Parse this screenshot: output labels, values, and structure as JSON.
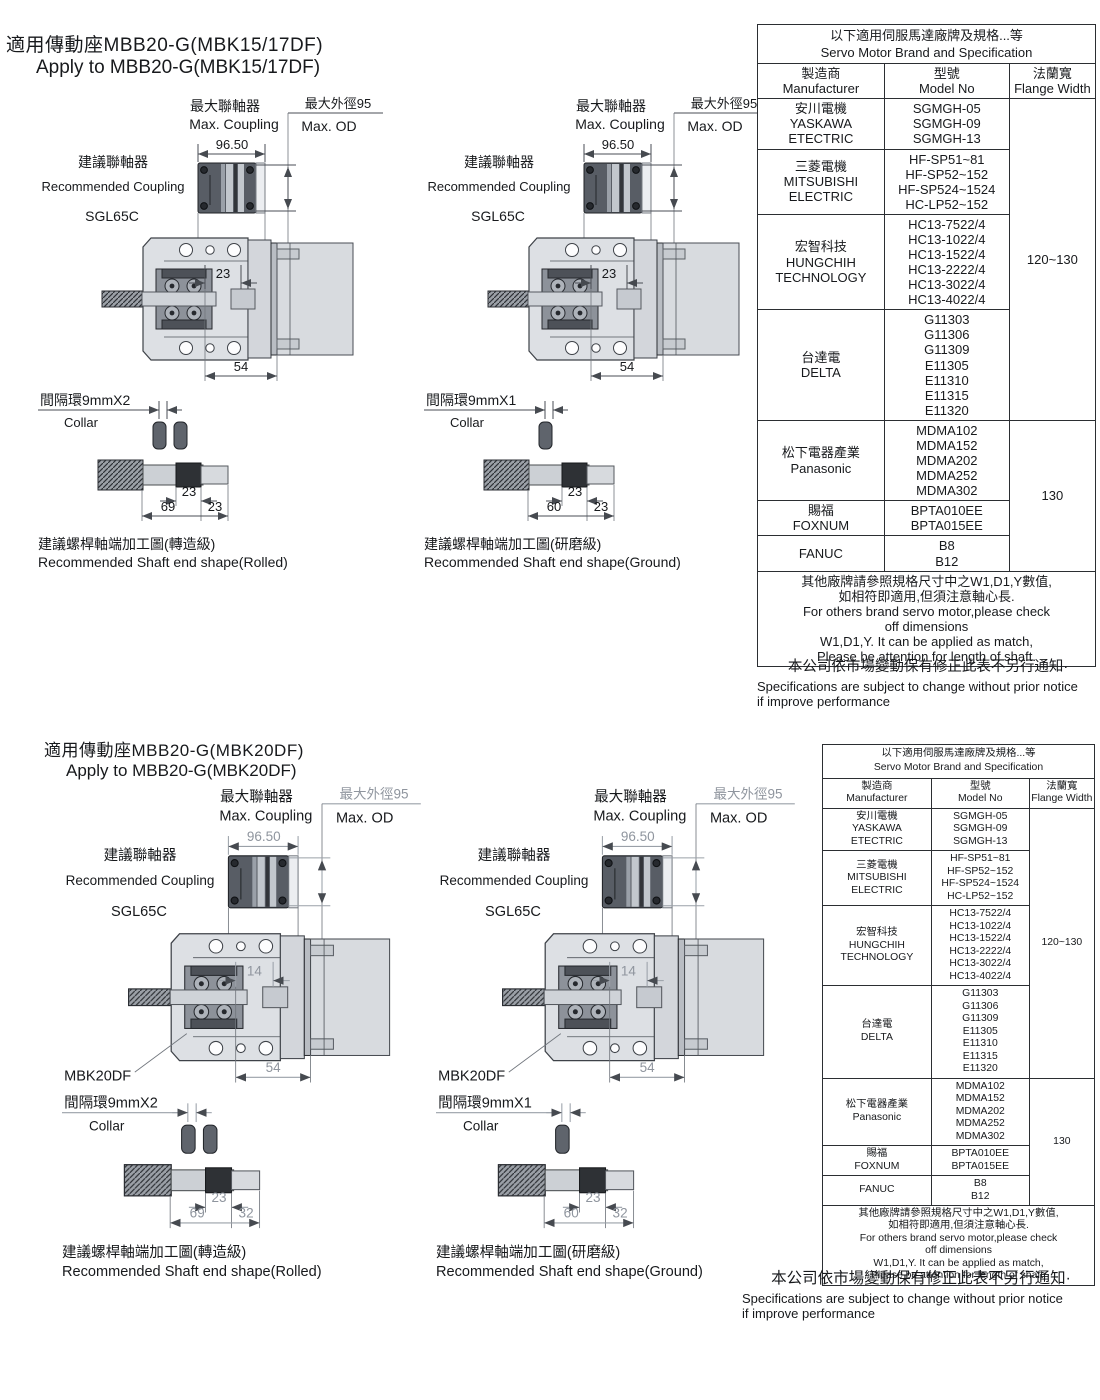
{
  "section_top": {
    "title_zh": "適用傳動座MBB20-G(MBK15/17DF)",
    "title_en": "Apply to MBB20-G(MBK15/17DF)"
  },
  "section_bottom": {
    "title_zh": "適用傳動座MBB20-G(MBK20DF)",
    "title_en": "Apply to MBB20-G(MBK20DF)"
  },
  "panels": [
    {
      "max_coupling_zh": "最大聯軸器",
      "max_coupling_en": "Max. Coupling",
      "max_od_zh": "最大外徑95",
      "max_od_en": "Max. OD",
      "coupling_width": "96.50",
      "rec_coupling_zh": "建議聯軸器",
      "rec_coupling_en": "Recommended Coupling",
      "coupling_model": "SGL65C",
      "dim_inner": "23",
      "dim_base": "54",
      "collar_zh": "間隔環9mmX2",
      "collar_en": "Collar",
      "collar_count": 2,
      "shaft_top_dim": "23",
      "shaft_left_dim": "69",
      "shaft_right_dim": "23",
      "shaft_label_zh": "建議螺桿軸端加工圖(轉造級)",
      "shaft_label_en": "Recommended Shaft end shape(Rolled)"
    },
    {
      "max_coupling_zh": "最大聯軸器",
      "max_coupling_en": "Max. Coupling",
      "max_od_zh": "最大外徑95",
      "max_od_en": "Max. OD",
      "coupling_width": "96.50",
      "rec_coupling_zh": "建議聯軸器",
      "rec_coupling_en": "Recommended Coupling",
      "coupling_model": "SGL65C",
      "dim_inner": "23",
      "dim_base": "54",
      "collar_zh": "間隔環9mmX1",
      "collar_en": "Collar",
      "collar_count": 1,
      "shaft_top_dim": "23",
      "shaft_left_dim": "60",
      "shaft_right_dim": "23",
      "shaft_label_zh": "建議螺桿軸端加工圖(研磨級)",
      "shaft_label_en": "Recommended Shaft end shape(Ground)"
    },
    {
      "max_coupling_zh": "最大聯軸器",
      "max_coupling_en": "Max. Coupling",
      "max_od_zh": "最大外徑95",
      "max_od_en": "Max. OD",
      "coupling_width": "96.50",
      "rec_coupling_zh": "建議聯軸器",
      "rec_coupling_en": "Recommended Coupling",
      "coupling_model": "SGL65C",
      "part_label": "MBK20DF",
      "dim_inner": "14",
      "dim_base": "54",
      "collar_zh": "間隔環9mmX2",
      "collar_en": "Collar",
      "collar_count": 2,
      "shaft_top_dim": "23",
      "shaft_left_dim": "69",
      "shaft_right_dim": "32",
      "shaft_label_zh": "建議螺桿軸端加工圖(轉造級)",
      "shaft_label_en": "Recommended Shaft end shape(Rolled)"
    },
    {
      "max_coupling_zh": "最大聯軸器",
      "max_coupling_en": "Max. Coupling",
      "max_od_zh": "最大外徑95",
      "max_od_en": "Max. OD",
      "coupling_width": "96.50",
      "rec_coupling_zh": "建議聯軸器",
      "rec_coupling_en": "Recommended Coupling",
      "coupling_model": "SGL65C",
      "part_label": "MBK20DF",
      "dim_inner": "14",
      "dim_base": "54",
      "collar_zh": "間隔環9mmX1",
      "collar_en": "Collar",
      "collar_count": 1,
      "shaft_top_dim": "23",
      "shaft_left_dim": "60",
      "shaft_right_dim": "32",
      "shaft_label_zh": "建議螺桿軸端加工圖(研磨級)",
      "shaft_label_en": "Recommended Shaft end shape(Ground)"
    }
  ],
  "spec_table": {
    "title_zh": "以下適用伺服馬達廠牌及規格...等",
    "title_en": "Servo Motor Brand and Specification",
    "col_manufacturer_zh": "製造商",
    "col_manufacturer_en": "Manufacturer",
    "col_model_zh": "型號",
    "col_model_en": "Model No",
    "col_flange_zh": "法蘭寬",
    "col_flange_en": "Flange Width",
    "groups": [
      {
        "flange": "120~130",
        "rows": [
          {
            "mfr": [
              "安川電機",
              "YASKAWA",
              "ETECTRIC"
            ],
            "models": [
              "SGMGH-05",
              "SGMGH-09",
              "SGMGH-13"
            ]
          },
          {
            "mfr": [
              "三菱電機",
              "MITSUBISHI",
              "ELECTRIC"
            ],
            "models": [
              "HF-SP51~81",
              "HF-SP52~152",
              "HF-SP524~1524",
              "HC-LP52~152"
            ]
          },
          {
            "mfr": [
              "宏智科技",
              "HUNGCHIH",
              "TECHNOLOGY"
            ],
            "models": [
              "HC13-7522/4",
              "HC13-1022/4",
              "HC13-1522/4",
              "HC13-2222/4",
              "HC13-3022/4",
              "HC13-4022/4"
            ]
          },
          {
            "mfr": [
              "台達電",
              "DELTA"
            ],
            "models": [
              "G11303",
              "G11306",
              "G11309",
              "E11305",
              "E11310",
              "E11315",
              "E11320"
            ]
          }
        ]
      },
      {
        "flange": "130",
        "rows": [
          {
            "mfr": [
              "松下電器產業",
              "Panasonic"
            ],
            "models": [
              "MDMA102",
              "MDMA152",
              "MDMA202",
              "MDMA252",
              "MDMA302"
            ]
          },
          {
            "mfr": [
              "賜福",
              "FOXNUM"
            ],
            "models": [
              "BPTA010EE",
              "BPTA015EE"
            ]
          },
          {
            "mfr": [
              "FANUC"
            ],
            "models": [
              "B8",
              "B12"
            ]
          }
        ]
      }
    ],
    "note_lines": [
      "其他廠牌請參照規格尺寸中之W1,D1,Y數值,",
      "如相符即適用,但須注意軸心長.",
      "For others brand servo motor,please check",
      "off dimensions",
      "W1,D1,Y. It can be applied as match,",
      "Please be attention for length of shaft."
    ]
  },
  "footer": {
    "zh": "本公司依市場變動保有修正此表不另行通知·",
    "en1": "Specifications are subject to change without prior notice",
    "en2": "if improve performance"
  }
}
